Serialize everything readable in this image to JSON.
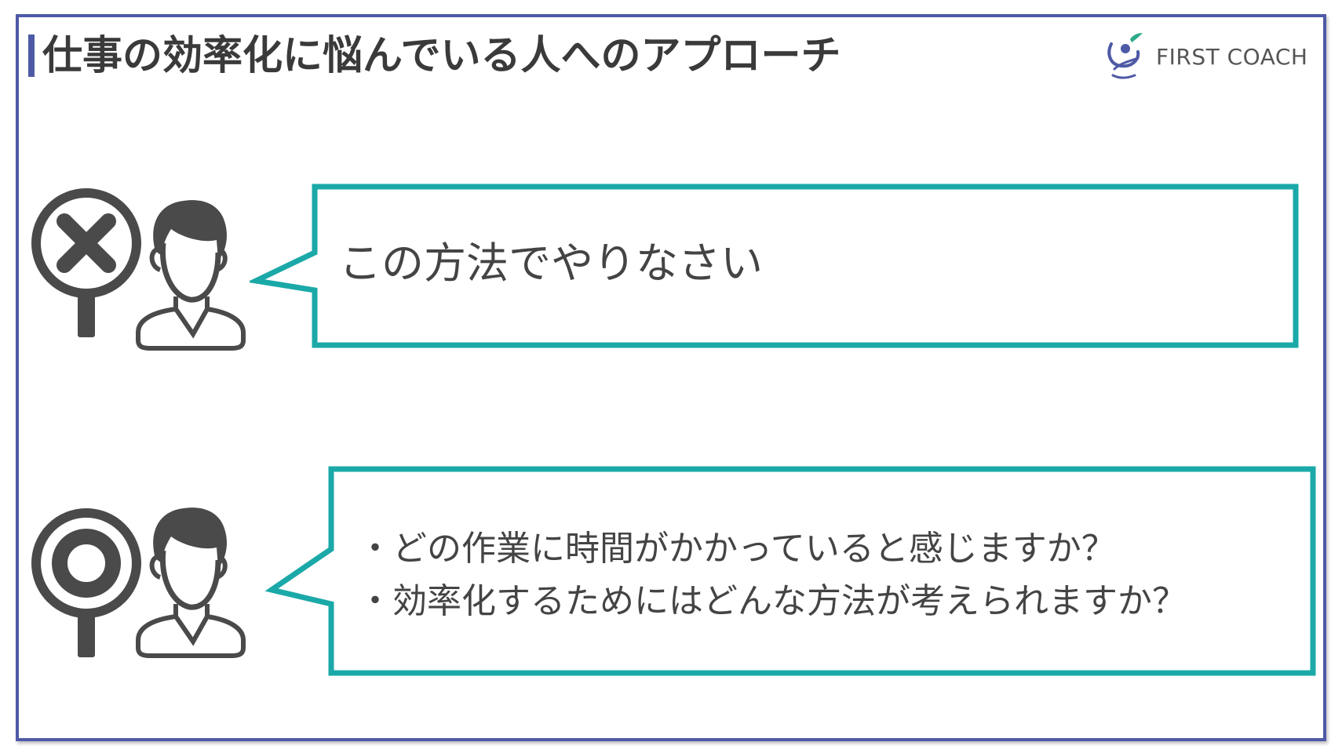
{
  "header": {
    "title": "仕事の効率化に悩んでいる人へのアプローチ",
    "logo_text": "FIRST COACH"
  },
  "colors": {
    "frame": "#4e5aa6",
    "bubble_border": "#1aa9a8",
    "icon": "#4a4a4a",
    "text": "#444444"
  },
  "items": [
    {
      "sign_icon": "cross-mark-sign-icon",
      "person_icon": "person-icon",
      "bubble_lines": [
        "この方法でやりなさい"
      ]
    },
    {
      "sign_icon": "circle-mark-sign-icon",
      "person_icon": "person-icon",
      "bubble_lines": [
        "・どの作業に時間がかかっていると感じますか？",
        "・効率化するためにはどんな方法が考えられますか？"
      ]
    }
  ]
}
